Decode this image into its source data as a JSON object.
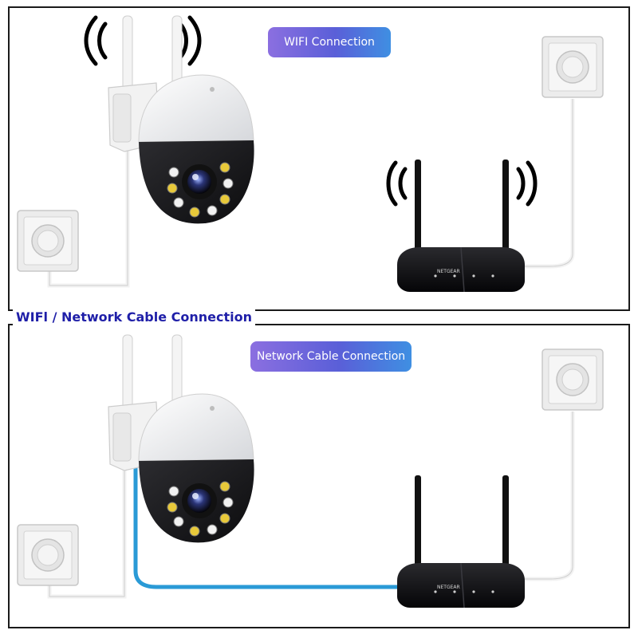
{
  "top_section": {
    "label": "WIFI Connection"
  },
  "divider_title": "WIFl / Network Cable Connection",
  "bottom_section": {
    "label": "Network Cable Connection"
  },
  "router": {
    "brand": "NETGEAR"
  },
  "colors": {
    "pill_start": "#8b6fe0",
    "pill_end": "#3f8fe2",
    "network_cable": "#2a9ad6",
    "title_text": "#1f1fa8",
    "border": "#1a1a1a"
  }
}
